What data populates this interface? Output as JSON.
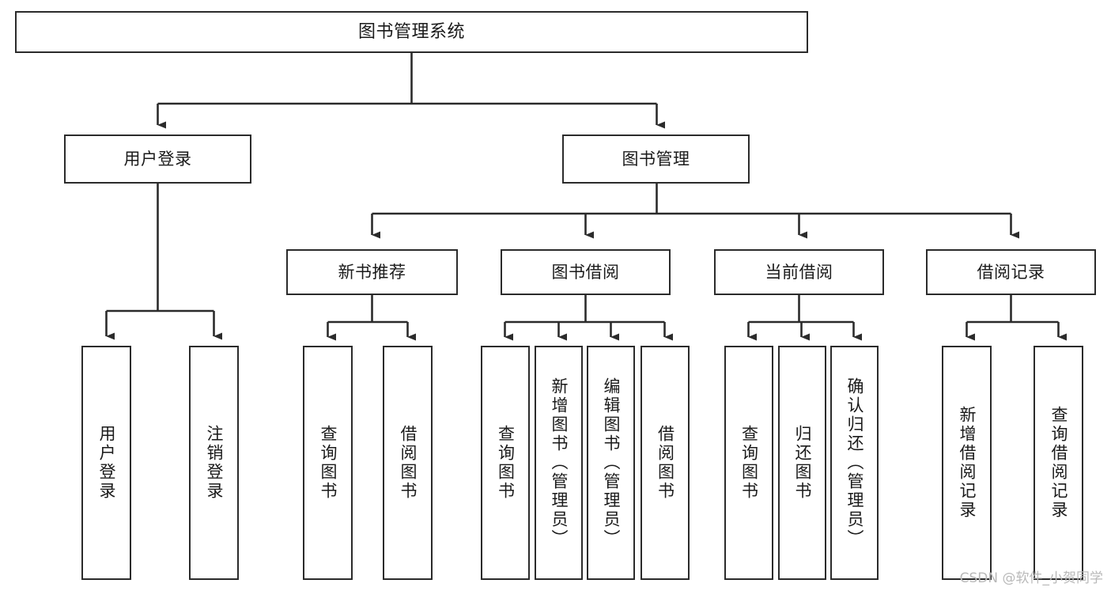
{
  "diagram": {
    "title": "图书管理系统",
    "type": "tree-hierarchy-chart",
    "orientation": "top-down",
    "colors": {
      "stroke": "#2b2b2b",
      "fill": "#ffffff",
      "text": "#1a1a1a",
      "watermark": "#b9b9b9"
    },
    "nodes": {
      "root": {
        "label": "图书管理系统"
      },
      "level1": [
        {
          "label": "用户登录"
        },
        {
          "label": "图书管理"
        }
      ],
      "level2": [
        {
          "label": "新书推荐"
        },
        {
          "label": "图书借阅"
        },
        {
          "label": "当前借阅"
        },
        {
          "label": "借阅记录"
        }
      ],
      "leaves": {
        "user_login": [
          {
            "label": "用户登录"
          },
          {
            "label": "注销登录"
          }
        ],
        "new_book_recommend": [
          {
            "label": "查询图书"
          },
          {
            "label": "借阅图书"
          }
        ],
        "book_borrow": [
          {
            "label": "查询图书"
          },
          {
            "label": "新增图书（管理员）"
          },
          {
            "label": "编辑图书（管理员）"
          },
          {
            "label": "借阅图书"
          }
        ],
        "current_borrow": [
          {
            "label": "查询图书"
          },
          {
            "label": "归还图书"
          },
          {
            "label": "确认归还（管理员）"
          }
        ],
        "borrow_records": [
          {
            "label": "新增借阅记录"
          },
          {
            "label": "查询借阅记录"
          }
        ]
      }
    },
    "watermark": "CSDN @软件_小贺同学"
  }
}
